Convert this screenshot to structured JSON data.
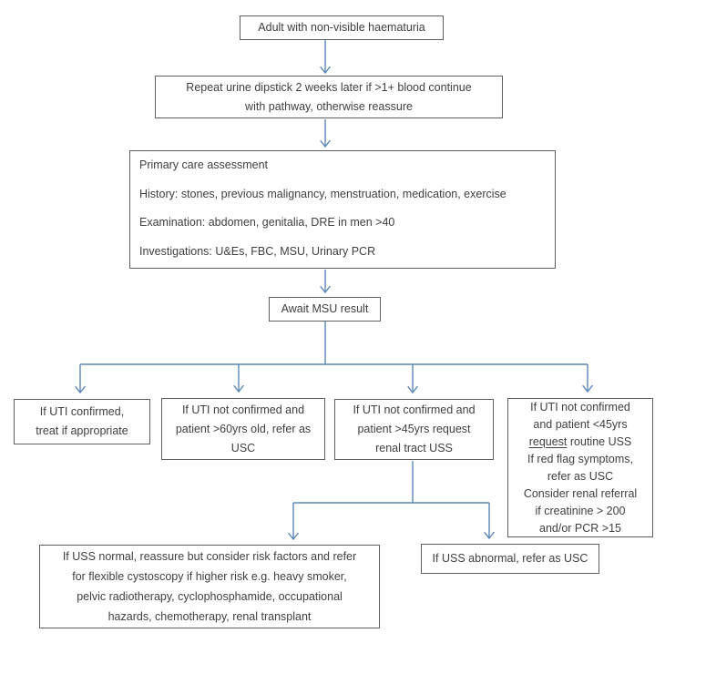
{
  "title": "Adult non-visible haematuria pathway flowchart",
  "theme": {
    "arrow_color": "#5b87b8",
    "box_border_color": "#5f5f5f",
    "text_color": "#404040",
    "background": "#ffffff"
  },
  "nodes": {
    "start": {
      "text": "Adult with non-visible haematuria"
    },
    "repeat_dipstick": {
      "lines": [
        "Repeat urine dipstick 2 weeks later if >1+ blood continue",
        "with pathway, otherwise reassure"
      ]
    },
    "primary_care": {
      "lines": [
        "Primary care assessment",
        "History: stones, previous malignancy, menstruation, medication, exercise",
        "Examination: abdomen, genitalia, DRE in men >40",
        "Investigations: U&Es, FBC, MSU, Urinary PCR"
      ]
    },
    "await_msu": {
      "text": "Await MSU result"
    },
    "uti_confirmed": {
      "lines": [
        "If UTI confirmed,",
        "treat if appropriate"
      ]
    },
    "uti_not_confirmed_over60": {
      "lines": [
        "If UTI not confirmed and",
        "patient >60yrs old, refer as",
        "USC"
      ]
    },
    "uti_not_confirmed_over45": {
      "lines": [
        "If UTI not confirmed and",
        "patient >45yrs request",
        "renal tract USS"
      ]
    },
    "uti_not_confirmed_under45": {
      "lines_before": [
        "If UTI not confirmed",
        "and patient <45yrs"
      ],
      "underlined_word": "request",
      "underline_rest": " routine USS",
      "lines_after": [
        "If red flag symptoms,",
        "refer as USC",
        "Consider renal referral",
        "if creatinine > 200",
        "and/or PCR >15"
      ]
    },
    "uss_normal": {
      "lines": [
        "If USS normal, reassure but consider risk factors and refer",
        "for flexible cystoscopy if higher risk e.g. heavy smoker,",
        "pelvic radiotherapy, cyclophosphamide, occupational",
        "hazards, chemotherapy, renal transplant"
      ]
    },
    "uss_abnormal": {
      "text": "If USS abnormal, refer as USC"
    }
  }
}
